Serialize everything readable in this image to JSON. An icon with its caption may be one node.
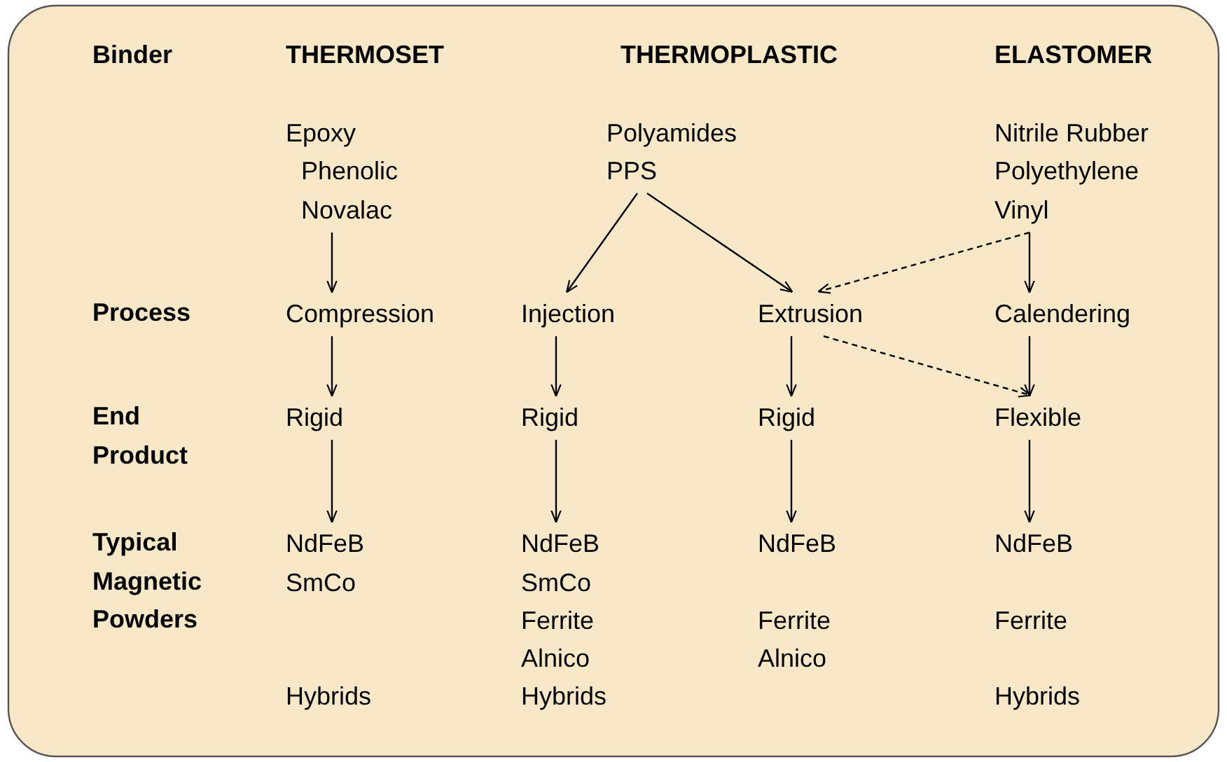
{
  "diagram": {
    "nodes": [
      {
        "text": [
          "Epoxy",
          "Phenolic",
          "Novalac"
        ]
      },
      {
        "text": [
          "Polyamides",
          "PPS"
        ]
      },
      {
        "text": [
          "Nitrile Rubber",
          "Polyethylene",
          "Vinyl"
        ]
      },
      {
        "text": [
          "Compression"
        ]
      },
      {
        "text": [
          "Injection"
        ]
      },
      {
        "text": [
          "Extrusion"
        ]
      },
      {
        "text": [
          "Calendering"
        ]
      },
      {
        "text": [
          "Rigid"
        ]
      },
      {
        "text": [
          "Rigid"
        ]
      },
      {
        "text": [
          "Rigid"
        ]
      },
      {
        "text": [
          "Flexible"
        ]
      },
      {
        "text": [
          "NdFeB",
          "SmCo",
          "Hybrids"
        ]
      },
      {
        "text": [
          "NdFeB",
          "SmCo",
          "Ferrite",
          "Alnico",
          "Hybrids"
        ]
      },
      {
        "text": [
          "NdFeB",
          "Ferrite",
          "Alnico"
        ]
      },
      {
        "text": [
          "NdFeB",
          "Ferrite",
          "Hybrids"
        ]
      }
    ],
    "edges": [
      {
        "from": 0,
        "to": 3,
        "arrow": "to"
      },
      {
        "from": 1,
        "to": 4,
        "arrow": "to"
      },
      {
        "from": 1,
        "to": 5,
        "arrow": "to"
      },
      {
        "from": 2,
        "to": 5,
        "arrow": "to",
        "style": "dashed"
      },
      {
        "from": 2,
        "to": 6,
        "arrow": "to"
      },
      {
        "from": 3,
        "to": 7,
        "arrow": "to"
      },
      {
        "from": 4,
        "to": 8,
        "arrow": "to"
      },
      {
        "from": 5,
        "to": 9,
        "arrow": "to"
      },
      {
        "from": 5,
        "to": 10,
        "arrow": "to",
        "style": "dashed"
      },
      {
        "from": 6,
        "to": 10,
        "arrow": "to"
      },
      {
        "from": 7,
        "to": 11,
        "arrow": "to"
      },
      {
        "from": 8,
        "to": 12,
        "arrow": "to"
      },
      {
        "from": 9,
        "to": 13,
        "arrow": "to"
      },
      {
        "from": 10,
        "to": 14,
        "arrow": "to"
      }
    ],
    "labels": [
      "Binder",
      "THERMOSET",
      "THERMOPLASTIC",
      "ELASTOMER",
      "Process",
      "End Product",
      "Typical Magnetic Powders"
    ]
  }
}
